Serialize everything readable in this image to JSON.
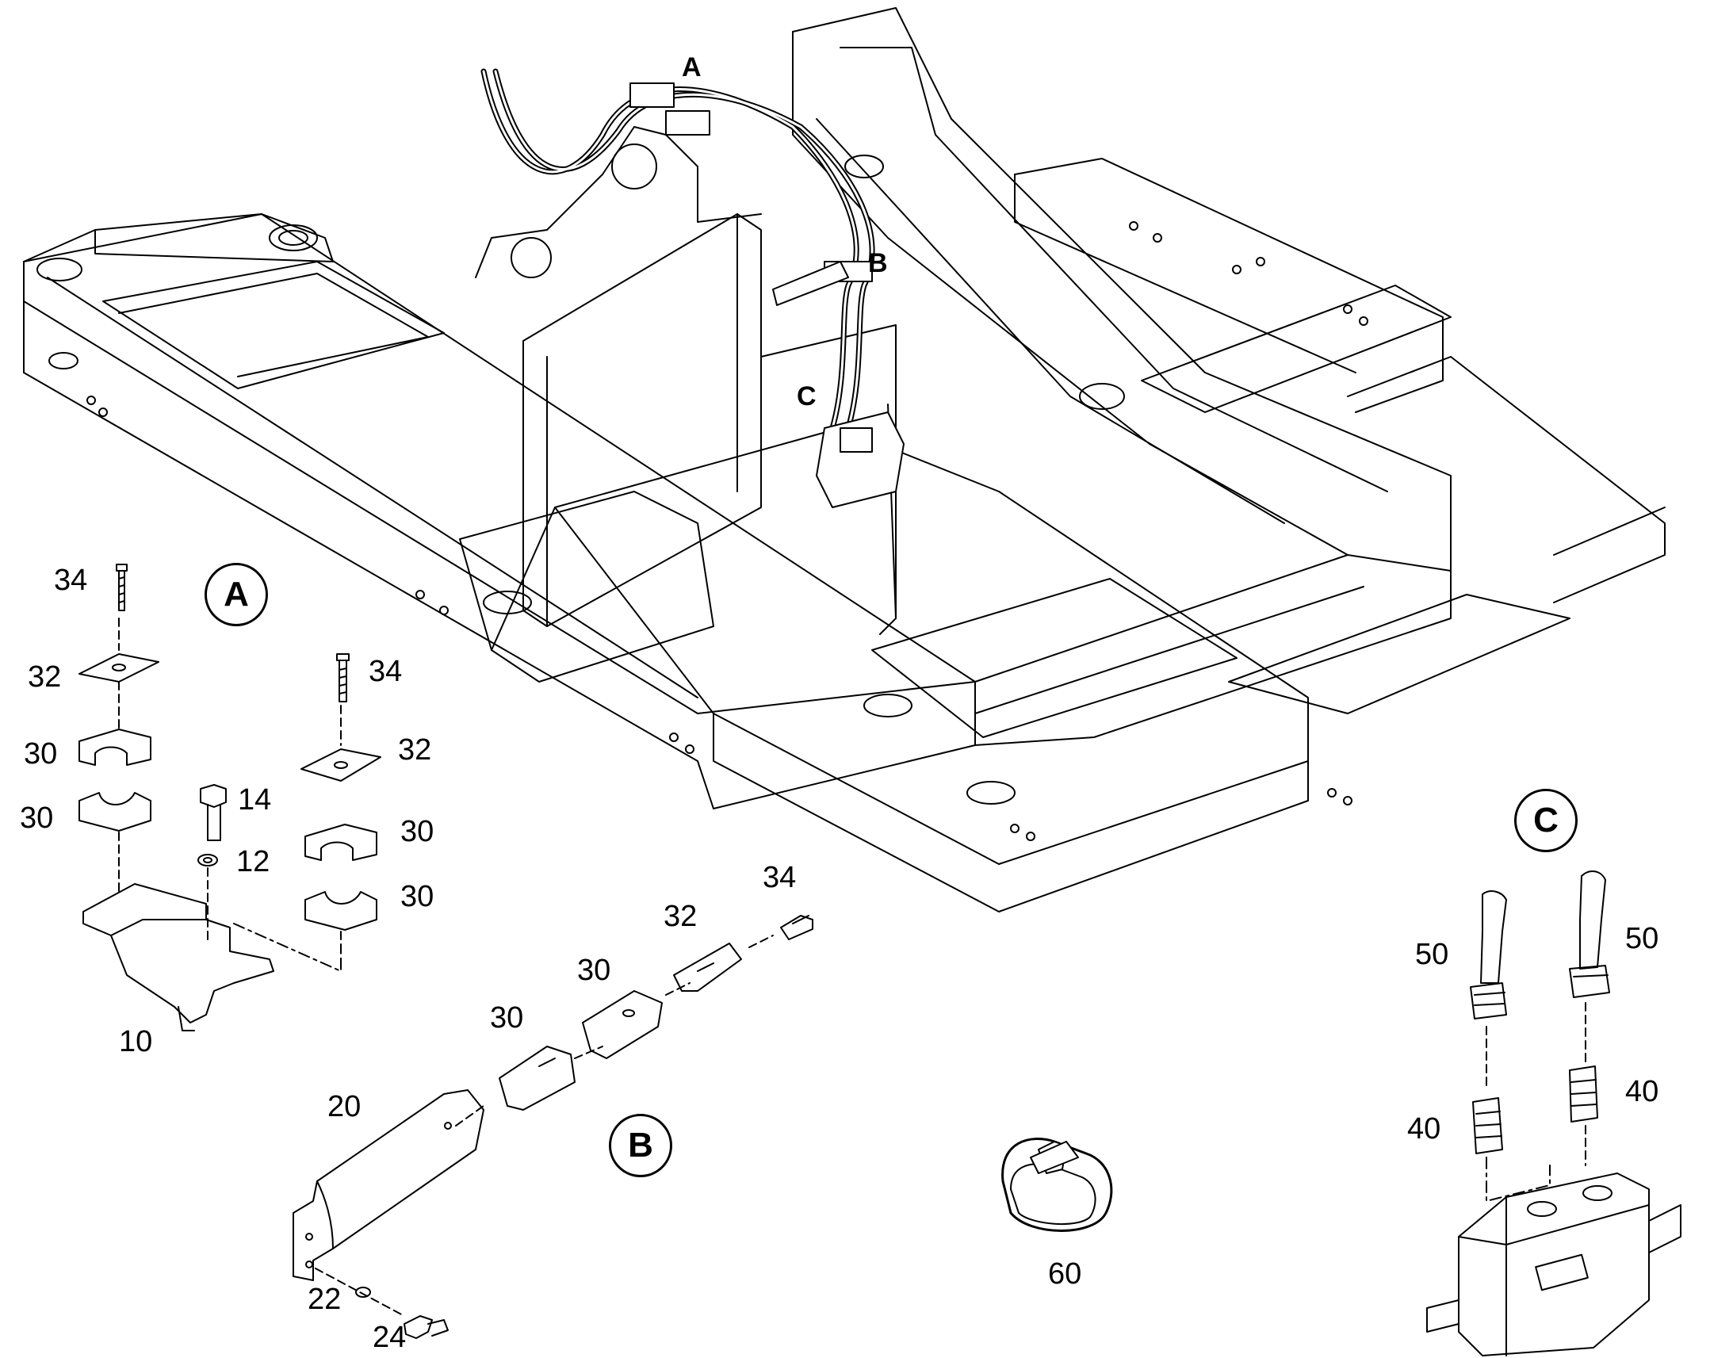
{
  "callouts": {
    "a": "A",
    "b": "B",
    "c": "C"
  },
  "detail_titles": {
    "a": "A",
    "b": "B",
    "c": "C"
  },
  "detail_a": {
    "n34_top": "34",
    "n32_left": "32",
    "n30_left1": "30",
    "n30_left2": "30",
    "n14": "14",
    "n12": "12",
    "n34_right": "34",
    "n32_right": "32",
    "n30_right1": "30",
    "n30_right2": "30",
    "n10": "10"
  },
  "detail_b": {
    "n34": "34",
    "n32": "32",
    "n30_a": "30",
    "n30_b": "30",
    "n20": "20",
    "n22": "22",
    "n24": "24"
  },
  "detail_c": {
    "n50_left": "50",
    "n50_right": "50",
    "n40_left": "40",
    "n40_right": "40"
  },
  "clamp": {
    "n60": "60"
  }
}
